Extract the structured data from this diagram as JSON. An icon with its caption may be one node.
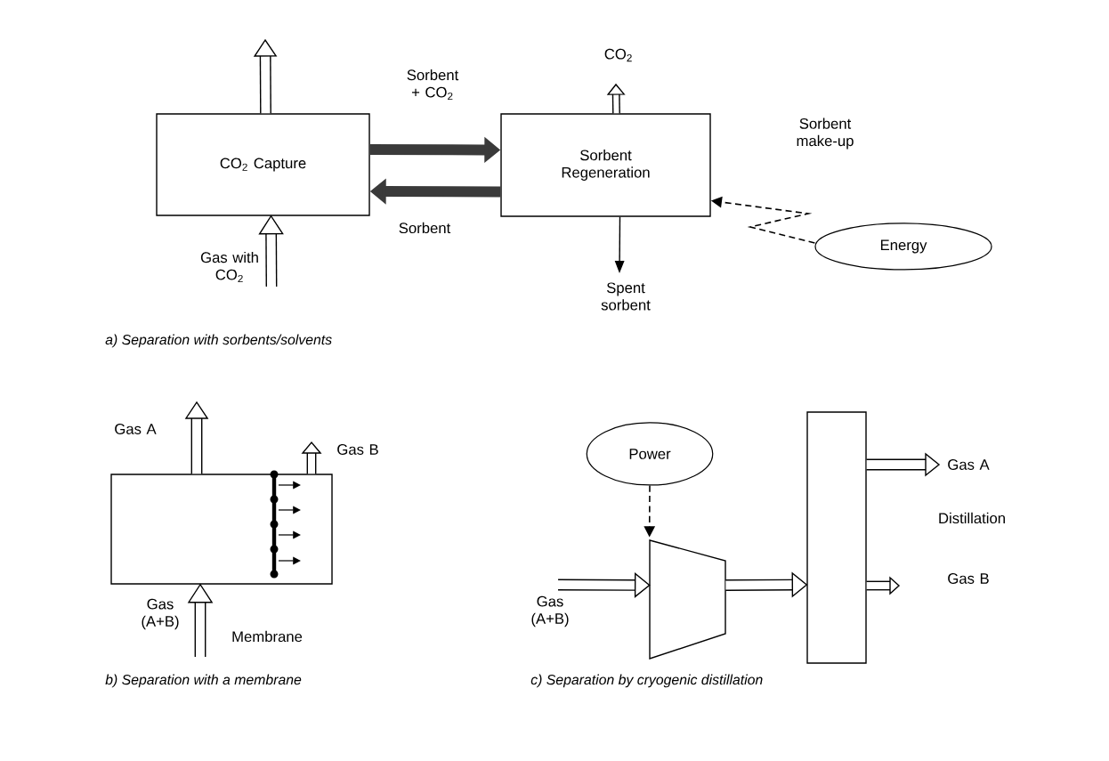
{
  "diagram": {
    "nodes": [
      {
        "text": [
          "CO$_{2}$ Capture"
        ]
      },
      {
        "text": [
          "Sorbent Regeneration"
        ]
      },
      {
        "text": [
          "Energy"
        ]
      },
      {
        "text": [],
        "shape": "box"
      },
      {
        "text": [
          "Power"
        ]
      },
      {
        "text": [],
        "shape": "trapezoid"
      },
      {
        "text": [],
        "shape": "box"
      }
    ],
    "edges": [
      {
        "from": 0,
        "to": null,
        "arrow": "to"
      },
      {
        "from": null,
        "to": 0,
        "arrow": "to",
        "label": "Gas with CO$_{2}$"
      },
      {
        "from": 0,
        "to": 1,
        "arrow": "to",
        "color": "#3a3a3a",
        "label": "Sorbent + CO$_{2}$"
      },
      {
        "from": 1,
        "to": 0,
        "arrow": "to",
        "color": "#3a3a3a",
        "label": "Sorbent"
      },
      {
        "from": 1,
        "to": null,
        "arrow": "to",
        "label": "CO$_{2}$"
      },
      {
        "from": 1,
        "to": null,
        "arrow": "to",
        "label": "Spent sorbent"
      },
      {
        "from": 2,
        "to": 1,
        "arrow": "to",
        "style": "dashed"
      },
      {
        "from": 3,
        "to": null,
        "arrow": "to",
        "label": "Gas A"
      },
      {
        "from": 3,
        "to": null,
        "arrow": "to",
        "label": "Gas B"
      },
      {
        "from": null,
        "to": 3,
        "arrow": "to",
        "label": "Gas (A+B)"
      },
      {
        "from": 4,
        "to": 5,
        "arrow": "to",
        "style": "dashed"
      },
      {
        "from": null,
        "to": 5,
        "arrow": "to",
        "label": "Gas (A+B)"
      },
      {
        "from": 5,
        "to": 6,
        "arrow": "to"
      },
      {
        "from": 6,
        "to": null,
        "arrow": "to",
        "label": "Gas A"
      },
      {
        "from": 6,
        "to": null,
        "arrow": "to",
        "label": "Gas B"
      }
    ],
    "labels": [
      "Sorbent make-up",
      "a) Separation with sorbents/solvents",
      "Distillation",
      "Membrane",
      "b) Separation with a membrane",
      "c) Separation by cryogenic distillation"
    ]
  }
}
